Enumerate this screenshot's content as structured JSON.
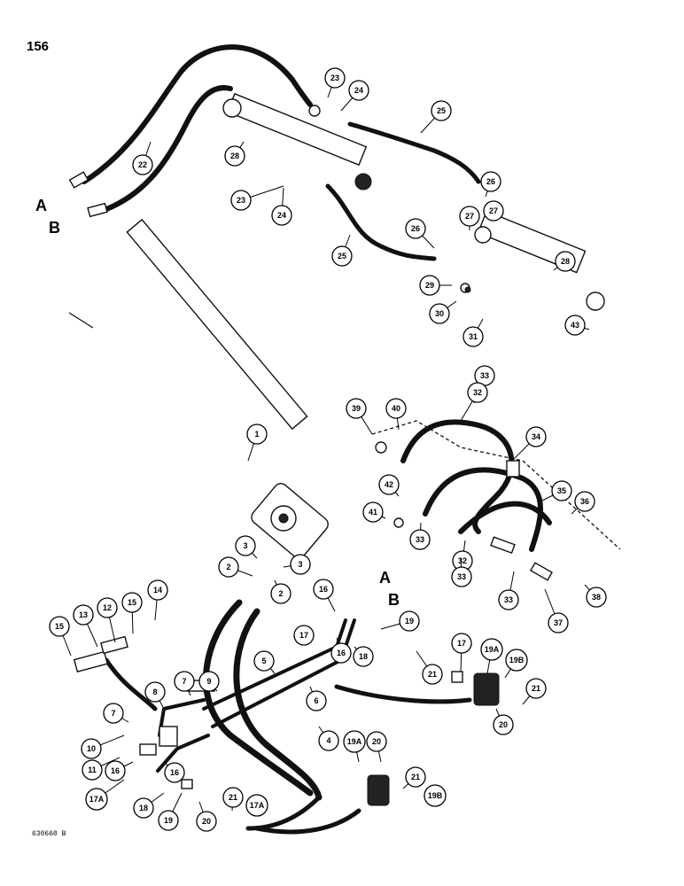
{
  "page_number": "156",
  "figure_code": "630660 B",
  "port_letters": [
    "A",
    "B",
    "A",
    "B"
  ],
  "callouts": [
    "22",
    "23",
    "24",
    "25",
    "28",
    "23",
    "24",
    "25",
    "26",
    "27",
    "26",
    "27",
    "28",
    "29",
    "30",
    "31",
    "43",
    "33",
    "32",
    "39",
    "40",
    "34",
    "42",
    "41",
    "33",
    "35",
    "36",
    "32",
    "33",
    "33",
    "37",
    "38",
    "1",
    "3",
    "2",
    "3",
    "2",
    "16",
    "19",
    "18",
    "16",
    "17",
    "15",
    "13",
    "12",
    "15",
    "14",
    "21",
    "17",
    "19A",
    "19B",
    "21",
    "20",
    "5",
    "6",
    "4",
    "7",
    "9",
    "8",
    "7",
    "10",
    "11",
    "16",
    "17A",
    "16",
    "18",
    "19",
    "20",
    "21",
    "17A",
    "19A",
    "20",
    "21",
    "19B"
  ]
}
